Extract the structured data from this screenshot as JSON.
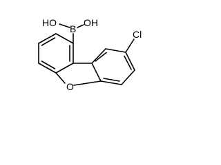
{
  "molecule": {
    "atoms": {
      "oh_left": "HO",
      "oh_right": "OH",
      "boron": "B",
      "chlorine": "Cl",
      "furan_oxygen": "O"
    }
  },
  "colors": {
    "background": "#ffffff",
    "bond": "#000000",
    "label": "#000000"
  }
}
